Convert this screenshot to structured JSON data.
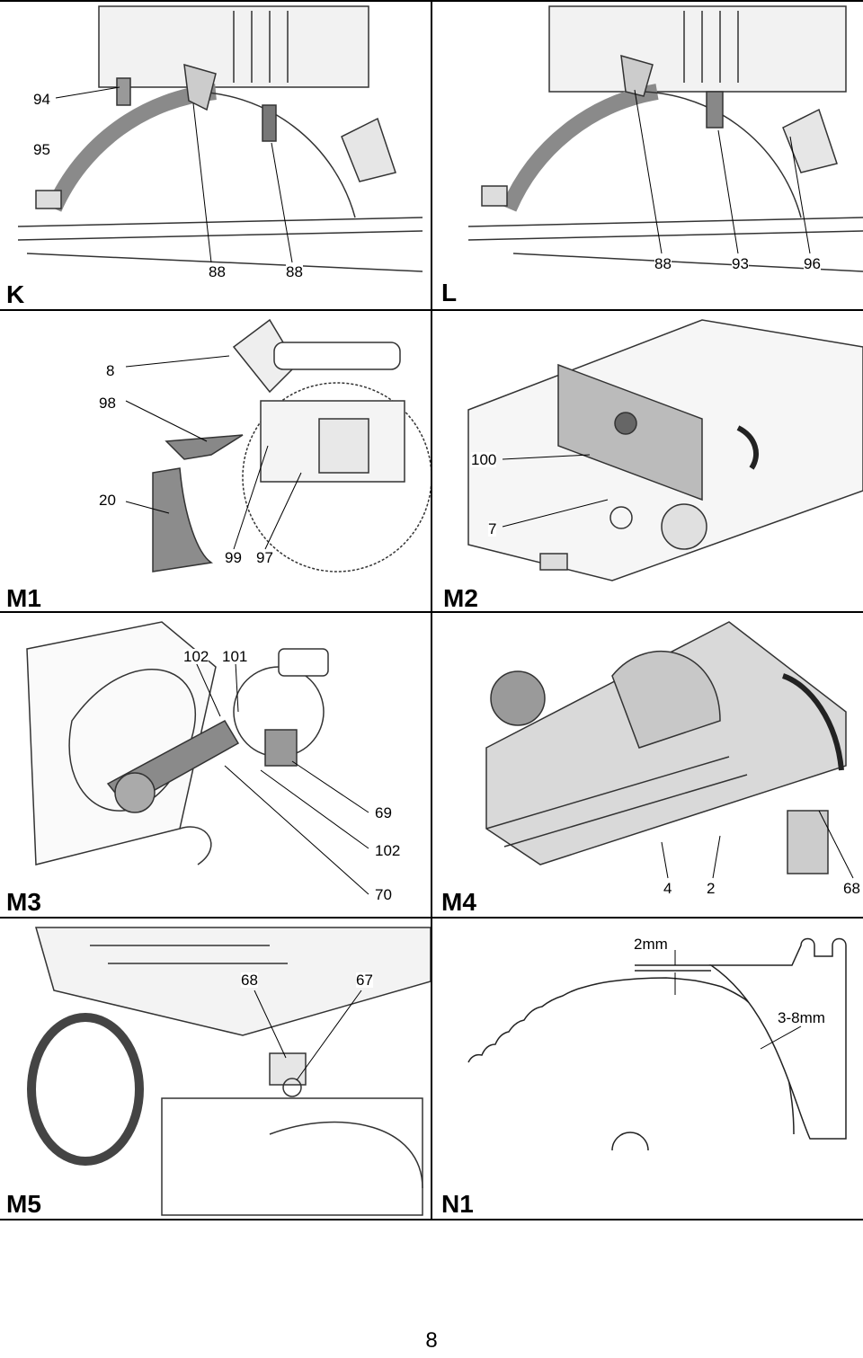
{
  "panels": [
    {
      "id": "K",
      "label": "K",
      "callouts": [
        "94",
        "95",
        "88",
        "88"
      ]
    },
    {
      "id": "L",
      "label": "L",
      "callouts": [
        "88",
        "93",
        "96"
      ]
    },
    {
      "id": "M1",
      "label": "M1",
      "callouts": [
        "8",
        "98",
        "20",
        "99",
        "97"
      ]
    },
    {
      "id": "M2",
      "label": "M2",
      "callouts": [
        "100",
        "7"
      ]
    },
    {
      "id": "M3",
      "label": "M3",
      "callouts": [
        "102",
        "101",
        "69",
        "102",
        "70"
      ]
    },
    {
      "id": "M4",
      "label": "M4",
      "callouts": [
        "4",
        "2",
        "68"
      ]
    },
    {
      "id": "M5",
      "label": "M5",
      "callouts": [
        "68",
        "67"
      ]
    },
    {
      "id": "N1",
      "label": "N1",
      "callouts": [
        "2mm",
        "3-8mm"
      ]
    }
  ],
  "page_number": "8"
}
